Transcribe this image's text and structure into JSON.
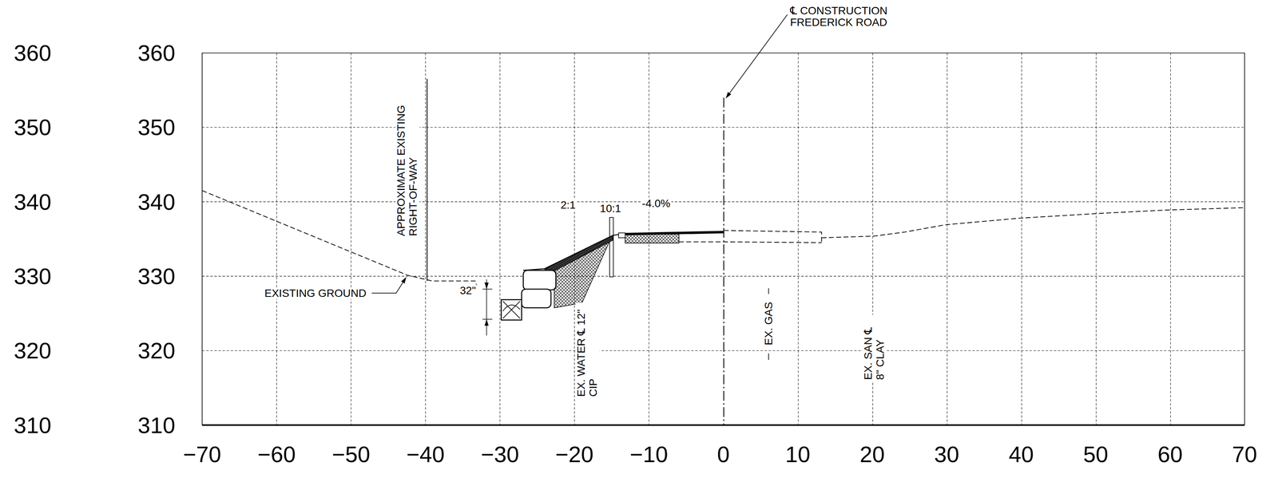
{
  "diagram": {
    "labels": [
      "360",
      "350",
      "340",
      "330",
      "320",
      "310",
      "360",
      "350",
      "340",
      "330",
      "320",
      "310",
      "−70",
      "−60",
      "−50",
      "−40",
      "−30",
      "−20",
      "−10",
      "0",
      "10",
      "20",
      "30",
      "40",
      "50",
      "60",
      "70",
      "℄ CONSTRUCTION FREDERICK ROAD",
      "APPROXIMATE EXISTING RIGHT-OF-WAY",
      "EXISTING GROUND",
      "32\"",
      "2:1",
      "10:1",
      "-4.0%",
      "EX. WATER ℄ 12\" CIP",
      "EX. GAS",
      "EX. SAN ℄ 8\" CLAY"
    ]
  }
}
